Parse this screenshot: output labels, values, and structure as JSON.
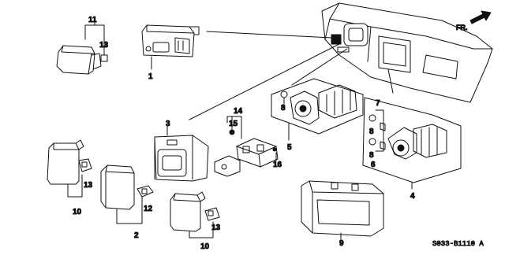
{
  "diagram": {
    "callouts": {
      "c1": "1",
      "c2": "2",
      "c3": "3",
      "c4": "4",
      "c5": "5",
      "c6": "6",
      "c7": "7",
      "c8a": "8",
      "c8b": "8",
      "c8c": "8",
      "c9": "9",
      "c10a": "10",
      "c10b": "10",
      "c11": "11",
      "c12": "12",
      "c13a": "13",
      "c13b": "13",
      "c13c": "13",
      "c14": "14",
      "c15": "15",
      "c16": "16"
    },
    "direction_label": "FR.",
    "diagram_code": "S033-B1110 A"
  }
}
